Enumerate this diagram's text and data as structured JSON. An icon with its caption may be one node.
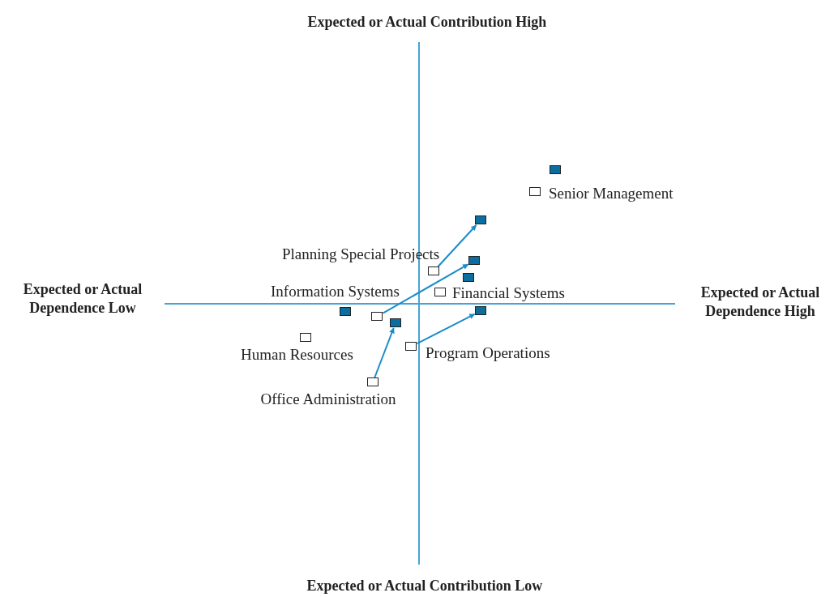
{
  "diagram": {
    "nodes": [
      {
        "text": [],
        "shape": "box"
      },
      {
        "text": [],
        "shape": "box",
        "beside": [
          "Senior Management"
        ]
      },
      {
        "text": [],
        "shape": "box"
      },
      {
        "text": [],
        "shape": "box"
      },
      {
        "text": [],
        "shape": "box",
        "beside": [
          "Planning Special Projects"
        ]
      },
      {
        "text": [],
        "shape": "box"
      },
      {
        "text": [],
        "shape": "box",
        "beside": [
          "Financial Systems"
        ]
      },
      {
        "text": [],
        "shape": "box"
      },
      {
        "text": [],
        "shape": "box"
      },
      {
        "text": [],
        "shape": "box",
        "beside": [
          "Information Systems"
        ]
      },
      {
        "text": [],
        "shape": "box"
      },
      {
        "text": [],
        "shape": "box",
        "beside": [
          "Human Resources"
        ]
      },
      {
        "text": [],
        "shape": "box",
        "beside": [
          "Program Operations"
        ]
      },
      {
        "text": [],
        "shape": "box",
        "beside": [
          "Office Administration"
        ]
      }
    ],
    "edges": [
      {
        "from": 4,
        "to": 2,
        "arrow": "to"
      },
      {
        "from": 9,
        "to": 3,
        "arrow": "to"
      },
      {
        "from": 13,
        "to": 10,
        "arrow": "to"
      },
      {
        "from": 12,
        "to": 8,
        "arrow": "to"
      }
    ],
    "labels": [
      "Expected or Actual Contribution High",
      "Expected or Actual Dependence Low",
      "Expected or Actual Dependence High",
      "Expected or Actual Contribution Low"
    ]
  }
}
